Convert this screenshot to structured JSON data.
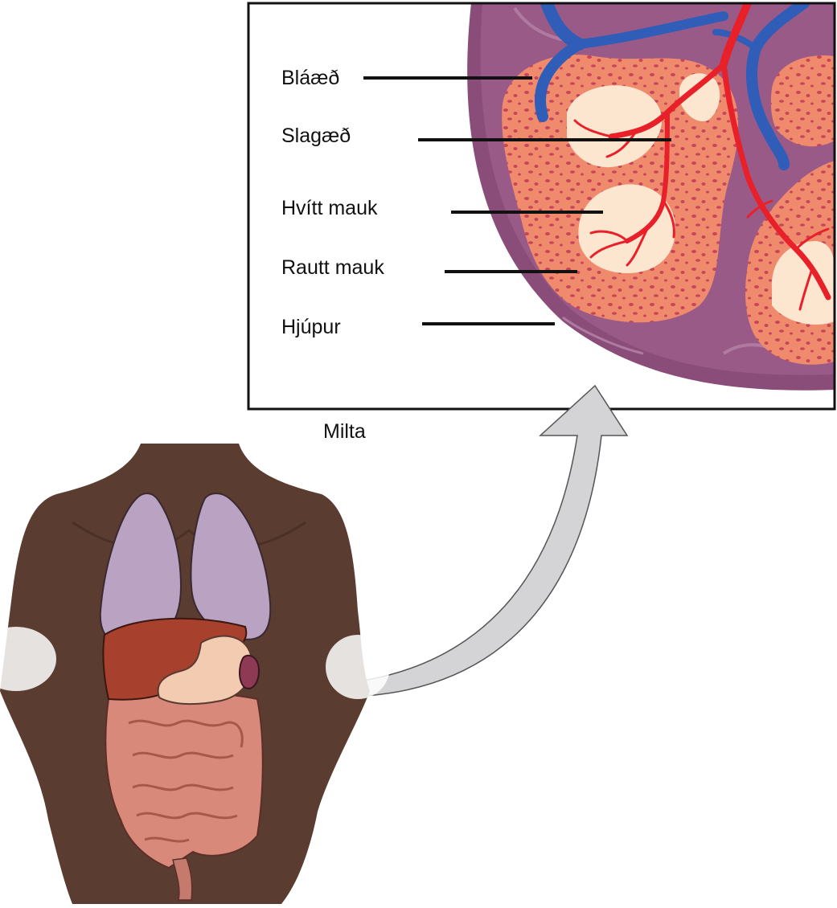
{
  "labels": {
    "vein": "Bláæð",
    "artery": "Slagæð",
    "white_pulp": "Hvítt mauk",
    "red_pulp": "Rautt mauk",
    "capsule": "Hjúpur"
  },
  "caption": "Milta",
  "colors": {
    "vein": "#2f5db8",
    "artery": "#e8202a",
    "red_pulp": "#f08a6c",
    "red_pulp_dots": "#c8445a",
    "white_pulp": "#fde6d0",
    "capsule": "#8a4d7a",
    "skin": "#5a3c30",
    "lungs": "#b9a2c2",
    "liver": "#a8402e",
    "stomach": "#f2cbb0",
    "intestine": "#d9897a",
    "spleen": "#8e3a55",
    "arrow": "#d4d4d6"
  }
}
